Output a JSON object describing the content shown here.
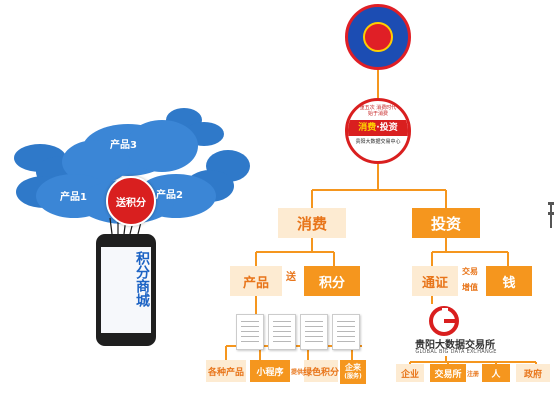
{
  "colors": {
    "cloud": "#2f79c9",
    "hub": "#d91f1f",
    "orange": "#f5961e",
    "beige": "#fdebd2",
    "red": "#d91f1f"
  },
  "cloud": {
    "product3": "产品3",
    "product1": "产品1",
    "product2": "产品2",
    "hub": "送积分"
  },
  "phone": {
    "screen_text": "积分商城"
  },
  "circle": {
    "top_line1": "重五次 消费时代",
    "top_line2": "始于消费",
    "main_left": "消费",
    "main_right": "投资",
    "sub": "贵阳大数据交易中心"
  },
  "tree": {
    "consume": "消费",
    "invest": "投资",
    "product": "产品",
    "send": "送",
    "points": "积分",
    "voucher": "通证",
    "trade": "交易",
    "appreciate": "增值",
    "money": "钱"
  },
  "bottom": {
    "various_products": "各种产品",
    "mini_program": "小程序",
    "provide": "提供",
    "green_points": "绿色积分",
    "enterprise_line1": "企来",
    "enterprise_line2": "(服务)",
    "company": "企业",
    "exchange": "交易所",
    "register": "注册",
    "person": "人",
    "government": "政府"
  },
  "exchange_logo": {
    "icon": "guiyang-big-data-logo-icon",
    "name_cn": "贵阳大数据交易所",
    "name_en": "GLOBAL BIG DATA EXCHANGE"
  }
}
